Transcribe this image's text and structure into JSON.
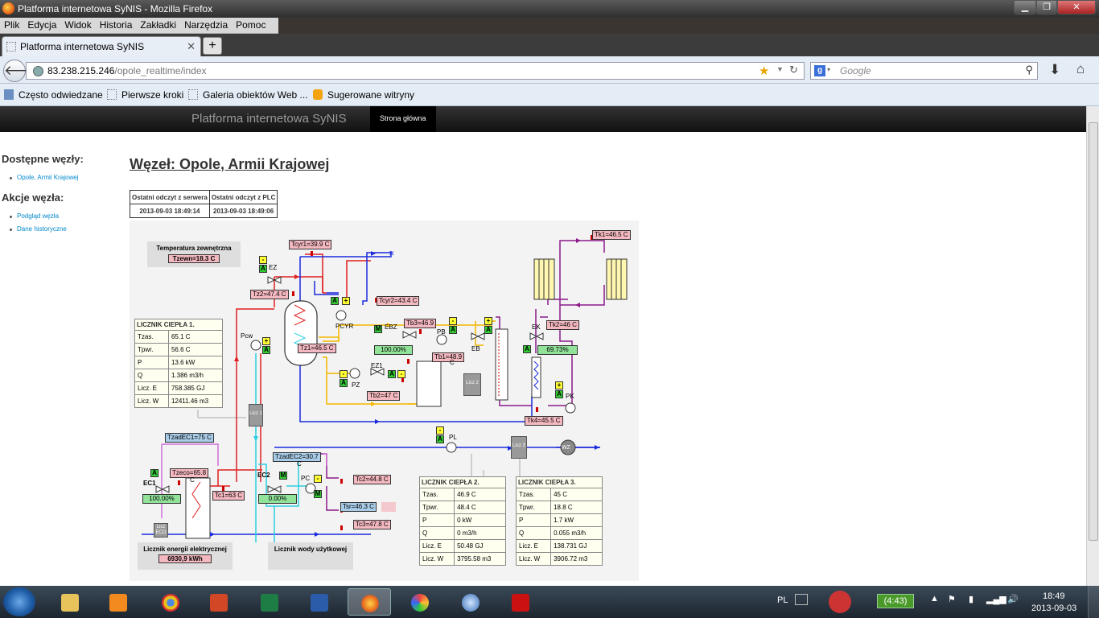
{
  "window": {
    "title": "Platforma internetowa SyNIS - Mozilla Firefox"
  },
  "menu": [
    "Plik",
    "Edycja",
    "Widok",
    "Historia",
    "Zakładki",
    "Narzędzia",
    "Pomoc"
  ],
  "tab": {
    "label": "Platforma internetowa SyNIS",
    "new_tab": "+"
  },
  "url": {
    "host": "83.238.215.246",
    "path": "/opole_realtime/index"
  },
  "search": {
    "placeholder": "Google"
  },
  "bookmarks": [
    "Często odwiedzane",
    "Pierwsze kroki",
    "Galeria obiektów Web ...",
    "Sugerowane witryny"
  ],
  "site": {
    "brand": "Platforma internetowa SyNIS",
    "home": "Strona główna"
  },
  "sidebar": {
    "nodes_heading": "Dostępne węzły:",
    "nodes": [
      "Opole, Armii Krajowej"
    ],
    "actions_heading": "Akcje węzła:",
    "actions": [
      "Podgląd węzła",
      "Dane historyczne"
    ]
  },
  "main": {
    "title": "Węzeł: Opole, Armii Krajowej",
    "stamp": {
      "h1": "Ostatni odczyt z serwera",
      "h2": "Ostatni odczyt z PLC",
      "v1": "2013-09-03 18:49:14",
      "v2": "2013-09-03 18:49:06"
    }
  },
  "scada": {
    "outside_title": "Temperatura zewnętrzna",
    "tzewn": "Tzewn=18.3 C",
    "tcyr1": "Tcyr1=39.9 C",
    "tcyr2": "Tcyr2=43.4 C",
    "tz2": "Tz2=47.4 C",
    "tz1": "Tz1=46.5 C",
    "tb3": "Tb3=46.9",
    "tb1": "Tb1=48.9",
    "tb2": "Tb2=47 C",
    "tk1": "Tk1=46.5 C",
    "tk2": "Tk2=46 C",
    "tk4": "Tk4=45.5 C",
    "ebz_pct": "100.00%",
    "ek_pct": "69.73%",
    "ec1_pct": "100.00%",
    "ec2_pct": "0.00%",
    "tzadec1": "TzadEC1=75 C",
    "tzadec2": "TzadEC2=30.7",
    "tzeco": "Tzeco=65.8",
    "tc1": "Tc1=63 C",
    "tc2": "Tc2=44.8 C",
    "tc3": "Tc3=47.8 C",
    "tsr": "Tsr=46.3 C",
    "elec_title": "Licznik energii elektrycznej",
    "elec_value": "6930,9 kWh",
    "water_title": "Licznik wody użytkowej",
    "names": {
      "ez": "EZ",
      "pcyr": "PCYR",
      "pcw": "Pcw",
      "ebz": "EBZ",
      "pb": "PB",
      "eb": "EB",
      "ek": "EK",
      "pz": "PZ",
      "ez1": "EZ1",
      "pk": "PK",
      "pl": "PL",
      "wz": "WZ",
      "ec1": "EC1",
      "ec2": "EC2",
      "pc": "PC",
      "c": "C",
      "licz1": "Licz 1",
      "licz2": "Licz 2",
      "licz3": "Licz 3",
      "liczeco": "Licz ECO"
    },
    "meter1": {
      "title": "LICZNIK CIEPŁA 1.",
      "rows": [
        [
          "Tzas.",
          "65.1 C"
        ],
        [
          "Tpwr.",
          "56.6 C"
        ],
        [
          "P",
          "13.6 kW"
        ],
        [
          "Q",
          "1.386 m3/h"
        ],
        [
          "Licz. E",
          "758.385 GJ"
        ],
        [
          "Licz. W",
          "12411.46 m3"
        ]
      ]
    },
    "meter2": {
      "title": "LICZNIK CIEPŁA 2.",
      "rows": [
        [
          "Tzas.",
          "46.9 C"
        ],
        [
          "Tpwr.",
          "48.4 C"
        ],
        [
          "P",
          "0 kW"
        ],
        [
          "Q",
          "0 m3/h"
        ],
        [
          "Licz. E",
          "50.48 GJ"
        ],
        [
          "Licz. W",
          "3795.58 m3"
        ]
      ]
    },
    "meter3": {
      "title": "LICZNIK CIEPŁA 3.",
      "rows": [
        [
          "Tzas.",
          "45 C"
        ],
        [
          "Tpwr.",
          "18.8 C"
        ],
        [
          "P",
          "1.7 kW"
        ],
        [
          "Q",
          "0.055 m3/h"
        ],
        [
          "Licz. E",
          "138.731 GJ"
        ],
        [
          "Licz. W",
          "3906.72 m3"
        ]
      ]
    },
    "flags": {
      "minus": "-",
      "plus": "+",
      "a": "A",
      "m": "M"
    }
  },
  "taskbar": {
    "lang": "PL",
    "timer": "(4:43)",
    "time": "18:49",
    "date": "2013-09-03"
  }
}
